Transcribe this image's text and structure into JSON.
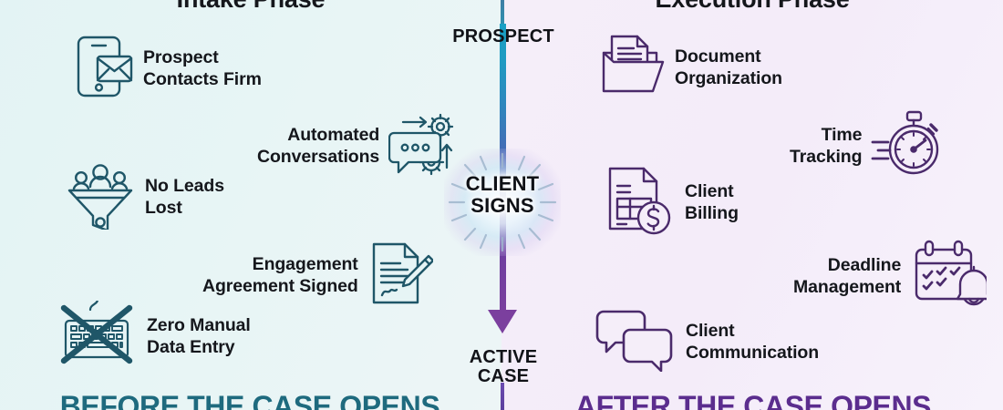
{
  "colors": {
    "left_bg": "#e6f4f5",
    "right_bg": "#f5eef9",
    "left_stroke": "#1f5668",
    "right_stroke": "#4a2a6b",
    "text_dark": "#15171c",
    "banner_left": "#1e6a7e",
    "banner_right": "#5b2d8e",
    "flow_top": "#19a0c4",
    "flow_bottom": "#7b3f9e"
  },
  "headers": {
    "left_phase": "Intake Phase",
    "right_phase": "Execution Phase"
  },
  "flow": {
    "start_label": "PROSPECT",
    "middle_label": "CLIENT\nSIGNS",
    "end_label": "ACTIVE\nCASE"
  },
  "left_panel": {
    "items": [
      {
        "label": "Prospect\nContacts Firm",
        "icon": "phone-envelope-icon",
        "align": "right-text"
      },
      {
        "label": "Automated\nConversations",
        "icon": "chat-gears-icon",
        "align": "left-text"
      },
      {
        "label": "No Leads\nLost",
        "icon": "lead-funnel-icon",
        "align": "right-text"
      },
      {
        "label": "Engagement\nAgreement Signed",
        "icon": "signed-document-icon",
        "align": "left-text"
      },
      {
        "label": "Zero Manual\nData Entry",
        "icon": "keyboard-crossed-out-icon",
        "align": "right-text"
      }
    ]
  },
  "right_panel": {
    "items": [
      {
        "label": "Document\nOrganization",
        "icon": "folder-document-icon",
        "align": "right-text"
      },
      {
        "label": "Time\nTracking",
        "icon": "stopwatch-icon",
        "align": "left-text"
      },
      {
        "label": "Client\nBilling",
        "icon": "invoice-dollar-icon",
        "align": "right-text"
      },
      {
        "label": "Deadline\nManagement",
        "icon": "calendar-bell-icon",
        "align": "left-text"
      },
      {
        "label": "Client\nCommunication",
        "icon": "chat-bubbles-icon",
        "align": "right-text"
      }
    ]
  },
  "banners": {
    "left": "BEFORE THE CASE OPENS",
    "right": "AFTER THE CASE OPENS"
  }
}
